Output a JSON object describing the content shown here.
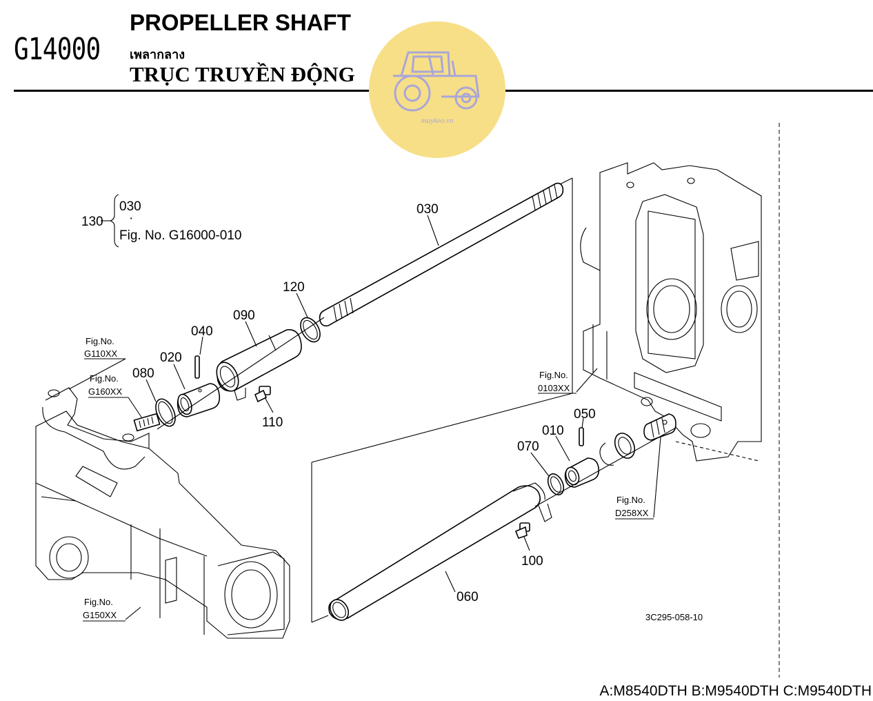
{
  "header": {
    "code": "G14000",
    "title_en": "PROPELLER SHAFT",
    "title_th": "เพลากลาง",
    "title_vi": "TRỤC TRUYỀN ĐỘNG"
  },
  "watermark": {
    "text": "maykeo.vn",
    "color": "#f7df88",
    "icon": "tractor-icon"
  },
  "group_note": {
    "number": "130",
    "item": "030",
    "dot": "·",
    "ref": "Fig. No. G16000-010"
  },
  "part_labels": {
    "p030": "030",
    "p120": "120",
    "p090": "090",
    "p040": "040",
    "p020": "020",
    "p080": "080",
    "p110": "110",
    "p050": "050",
    "p010": "010",
    "p070": "070",
    "p100": "100",
    "p060": "060"
  },
  "fig_refs": {
    "g110": {
      "prefix": "Fig.No.",
      "code": "G110XX"
    },
    "g160": {
      "prefix": "Fig.No.",
      "code": "G160XX"
    },
    "g150": {
      "prefix": "Fig.No.",
      "code": "G150XX"
    },
    "f0103": {
      "prefix": "Fig.No.",
      "code": "0103XX"
    },
    "d258": {
      "prefix": "Fig.No.",
      "code": "D258XX"
    }
  },
  "drawing_id": "3C295-058-10",
  "footer": "A:M8540DTH B:M9540DTH C:M9540DTH"
}
